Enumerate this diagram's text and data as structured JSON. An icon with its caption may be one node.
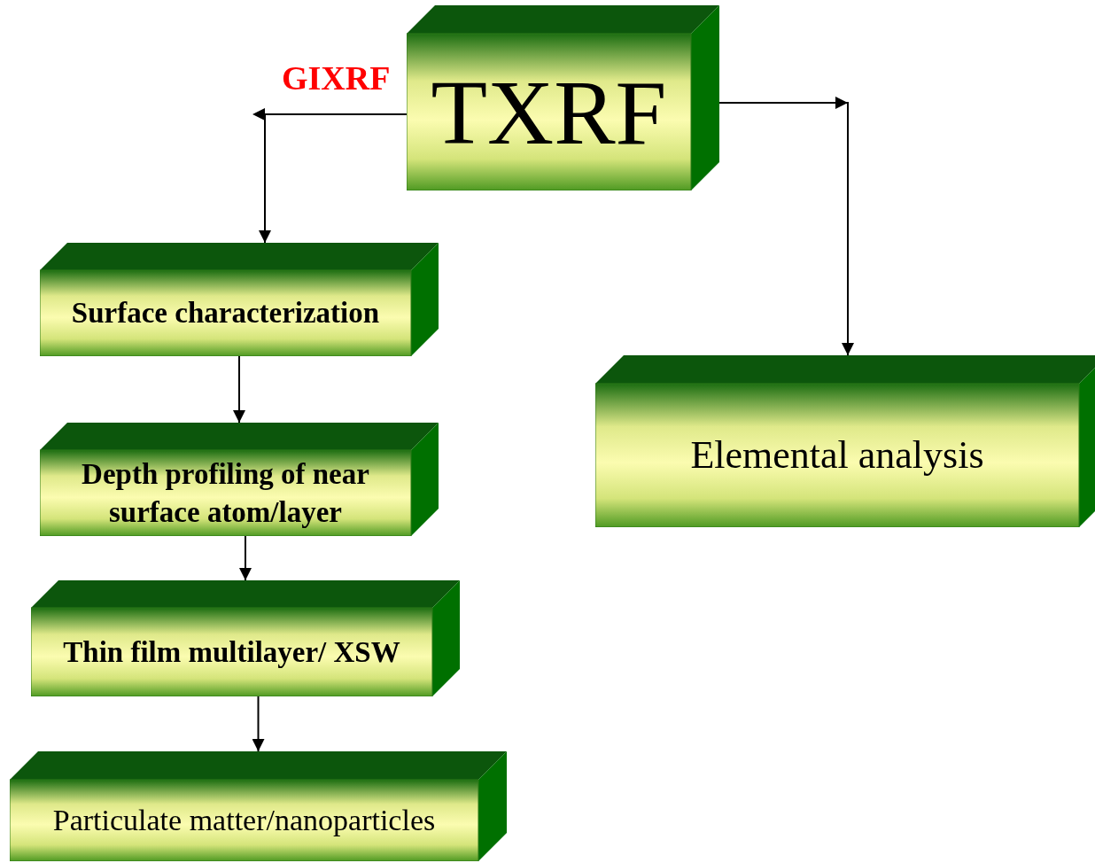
{
  "diagram": {
    "nodes": [
      {
        "text": [
          "TXRF"
        ]
      },
      {
        "text": [
          "Surface characterization"
        ]
      },
      {
        "text": [
          "Depth profiling of near surface atom/layer"
        ]
      },
      {
        "text": [
          "Thin film multilayer/ XSW"
        ]
      },
      {
        "text": [
          "Particulate matter/nanoparticles"
        ]
      },
      {
        "text": [
          "Elemental analysis"
        ]
      }
    ],
    "edges": [
      {
        "from": 0,
        "to": 1,
        "arrow": "to",
        "label": "GIXRF"
      },
      {
        "from": 0,
        "to": 5,
        "arrow": "to"
      },
      {
        "from": 1,
        "to": 2,
        "arrow": "to"
      },
      {
        "from": 2,
        "to": 3,
        "arrow": "to"
      },
      {
        "from": 3,
        "to": 4,
        "arrow": "to"
      }
    ]
  }
}
